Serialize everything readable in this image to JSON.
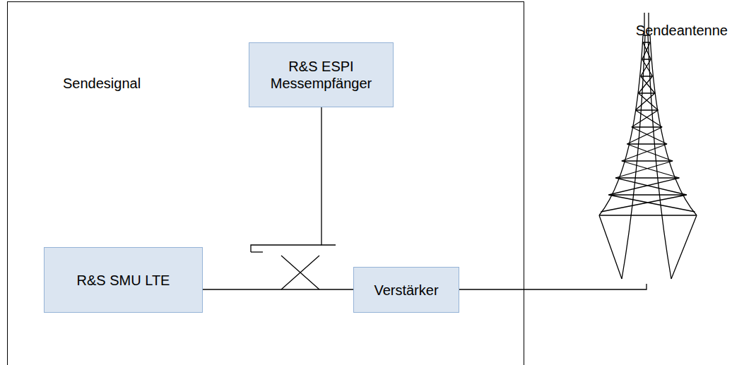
{
  "diagram": {
    "nodes": [
      {
        "text": [
          "Sendesignal"
        ]
      },
      {
        "text": [
          "R&S ESPI Messempfänger"
        ],
        "in": 0
      },
      {
        "text": [
          "R&S SMU LTE"
        ],
        "in": 0
      },
      {
        "text": [
          "Verstärker"
        ],
        "in": 0
      }
    ],
    "edges": [
      {
        "from": 2,
        "to": 3,
        "arrow": "none"
      }
    ],
    "labels": [
      "Sendeantenne"
    ]
  }
}
